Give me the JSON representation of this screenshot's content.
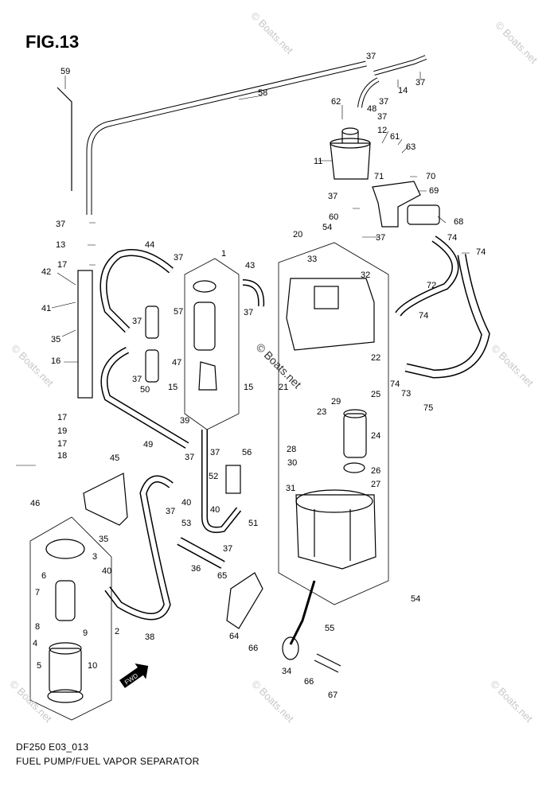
{
  "figure": {
    "title": "FIG.13",
    "code": "DF250 E03_013",
    "name": "FUEL PUMP/FUEL VAPOR SEPARATOR",
    "fwd_label": "FWD"
  },
  "watermark": {
    "text": "© Boats.net"
  },
  "callouts": {
    "c59": "59",
    "c58": "58",
    "c37a": "37",
    "c14": "14",
    "c37b": "37",
    "c48": "48",
    "c37c": "37",
    "c37d": "37",
    "c62": "62",
    "c12": "12",
    "c61": "61",
    "c63": "63",
    "c11": "11",
    "c70": "70",
    "c71": "71",
    "c69": "69",
    "c37e": "37",
    "c60": "60",
    "c68": "68",
    "c54a": "54",
    "c37f": "37",
    "c74a": "74",
    "c74b": "74",
    "c37g": "37",
    "c13": "13",
    "c17a": "17",
    "c42": "42",
    "c41": "41",
    "c35a": "35",
    "c16": "16",
    "c44": "44",
    "c37h": "37",
    "c1": "1",
    "c43": "43",
    "c20": "20",
    "c33": "33",
    "c32": "32",
    "c72": "72",
    "c57": "57",
    "c37i": "37",
    "c37j": "37",
    "c74c": "74",
    "c37k": "37",
    "c47": "47",
    "c22": "22",
    "c74d": "74",
    "c73": "73",
    "c21": "21",
    "c29": "29",
    "c25": "25",
    "c75": "75",
    "c50": "50",
    "c15a": "15",
    "c15b": "15",
    "c23": "23",
    "c39": "39",
    "c17b": "17",
    "c19": "19",
    "c17c": "17",
    "c18": "18",
    "c49": "49",
    "c24": "24",
    "c28": "28",
    "c45": "45",
    "c37l": "37",
    "c56": "56",
    "c30": "30",
    "c26": "26",
    "c52": "52",
    "c27": "27",
    "c40a": "40",
    "c31": "31",
    "c46": "46",
    "c37m": "37",
    "c40b": "40",
    "c51": "51",
    "c53": "53",
    "c3": "3",
    "c35b": "35",
    "c37n": "37",
    "c6": "6",
    "c36": "36",
    "c40c": "40",
    "c65": "65",
    "c54b": "54",
    "c7": "7",
    "c2": "2",
    "c8": "8",
    "c9": "9",
    "c38": "38",
    "c4": "4",
    "c64": "64",
    "c55": "55",
    "c66a": "66",
    "c5": "5",
    "c10": "10",
    "c34": "34",
    "c66b": "66",
    "c67": "67"
  }
}
